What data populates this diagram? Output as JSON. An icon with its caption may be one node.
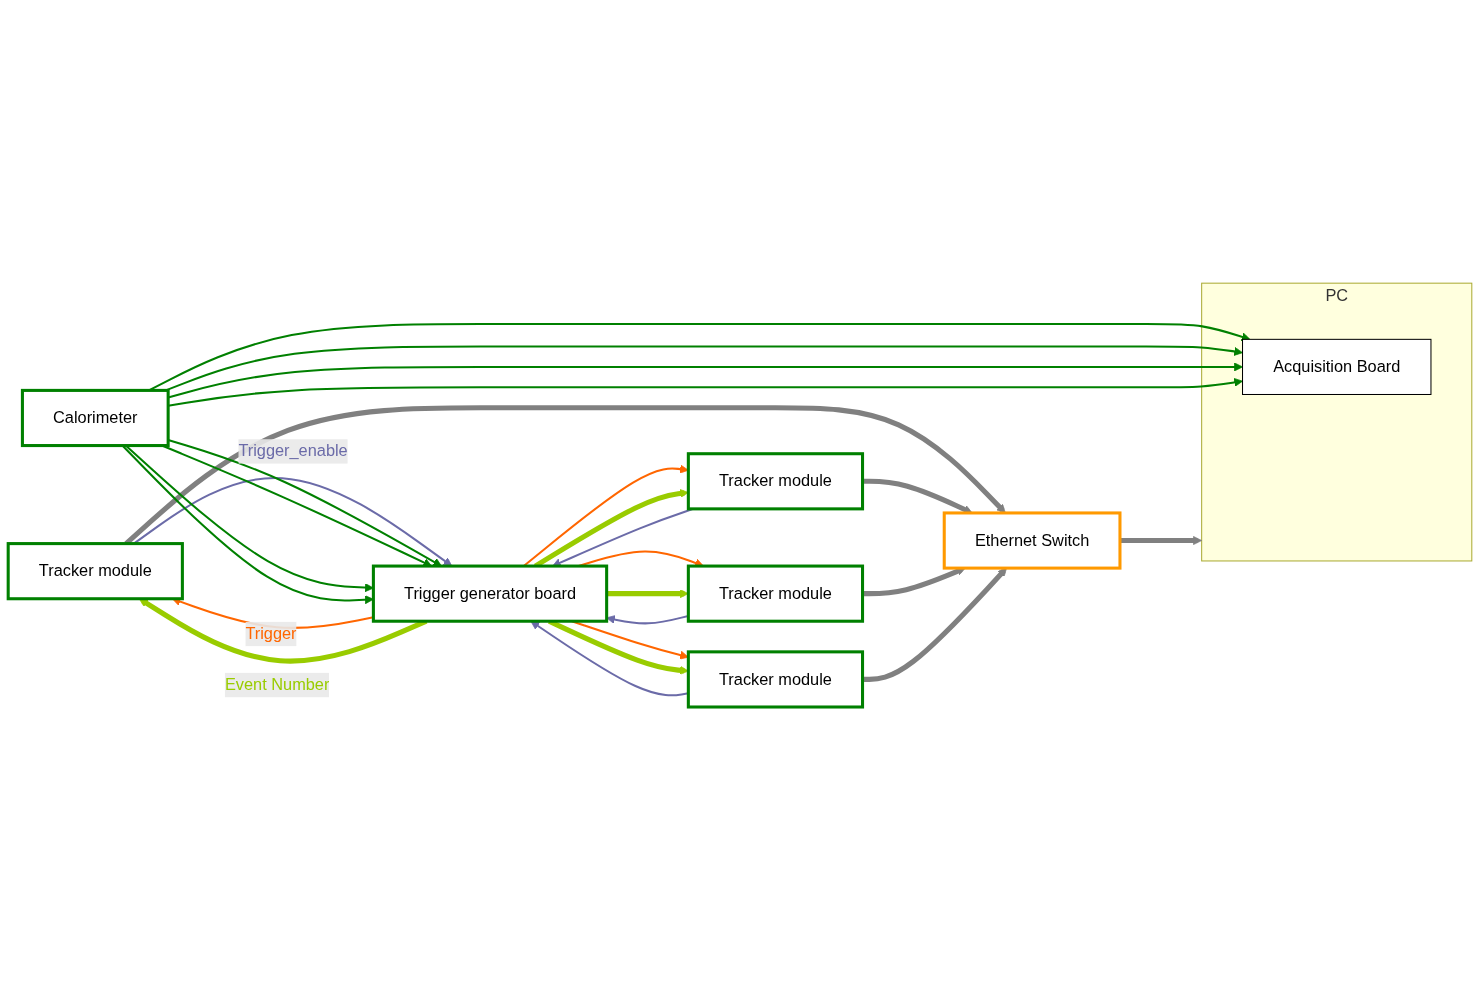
{
  "diagram": {
    "nodes": [
      {
        "text": [
          "Tracker module"
        ]
      },
      {
        "text": [
          "Tracker module"
        ]
      },
      {
        "text": [
          "Tracker module"
        ]
      },
      {
        "text": [
          "Tracker module"
        ]
      },
      {
        "text": [
          "Ethernet Switch"
        ]
      },
      {
        "text": [
          "Calorimeter"
        ]
      },
      {
        "text": [
          "PC"
        ]
      },
      {
        "text": [
          "Acquisition Board"
        ],
        "in": 6
      },
      {
        "text": [
          "Trigger generator board"
        ]
      }
    ],
    "edges": [
      {
        "from": 0,
        "to": 8,
        "arrow": "to",
        "label": "Trigger_enable",
        "color": "#6b6ba8"
      },
      {
        "from": 1,
        "to": 8,
        "arrow": "to",
        "color": "#6b6ba8"
      },
      {
        "from": 2,
        "to": 8,
        "arrow": "to",
        "color": "#6b6ba8"
      },
      {
        "from": 3,
        "to": 8,
        "arrow": "to",
        "color": "#6b6ba8"
      },
      {
        "from": 8,
        "to": 0,
        "arrow": "to",
        "label": "Trigger",
        "color": "#ff6600"
      },
      {
        "from": 8,
        "to": 1,
        "arrow": "to",
        "color": "#ff6600"
      },
      {
        "from": 8,
        "to": 2,
        "arrow": "to",
        "color": "#ff6600"
      },
      {
        "from": 8,
        "to": 3,
        "arrow": "to",
        "color": "#ff6600"
      },
      {
        "from": 8,
        "to": 0,
        "arrow": "to",
        "label": "Event Number",
        "style": "thick",
        "color": "#99cc00"
      },
      {
        "from": 8,
        "to": 1,
        "arrow": "to",
        "style": "thick",
        "color": "#99cc00"
      },
      {
        "from": 8,
        "to": 2,
        "arrow": "to",
        "style": "thick",
        "color": "#99cc00"
      },
      {
        "from": 8,
        "to": 3,
        "arrow": "to",
        "style": "thick",
        "color": "#99cc00"
      },
      {
        "from": 0,
        "to": 4,
        "arrow": "to",
        "style": "thick",
        "color": "#808080"
      },
      {
        "from": 1,
        "to": 4,
        "arrow": "to",
        "style": "thick",
        "color": "#808080"
      },
      {
        "from": 2,
        "to": 4,
        "arrow": "to",
        "style": "thick",
        "color": "#808080"
      },
      {
        "from": 3,
        "to": 4,
        "arrow": "to",
        "style": "thick",
        "color": "#808080"
      },
      {
        "from": 4,
        "to": 6,
        "arrow": "to",
        "style": "thick",
        "color": "#808080"
      },
      {
        "from": 5,
        "to": 8,
        "arrow": "to"
      },
      {
        "from": 5,
        "to": 8,
        "arrow": "to"
      },
      {
        "from": 5,
        "to": 8,
        "arrow": "to"
      },
      {
        "from": 5,
        "to": 8,
        "arrow": "to"
      },
      {
        "from": 5,
        "to": 7,
        "arrow": "to"
      },
      {
        "from": 5,
        "to": 7,
        "arrow": "to"
      },
      {
        "from": 5,
        "to": 7,
        "arrow": "to"
      },
      {
        "from": 5,
        "to": 7,
        "arrow": "to"
      }
    ]
  }
}
